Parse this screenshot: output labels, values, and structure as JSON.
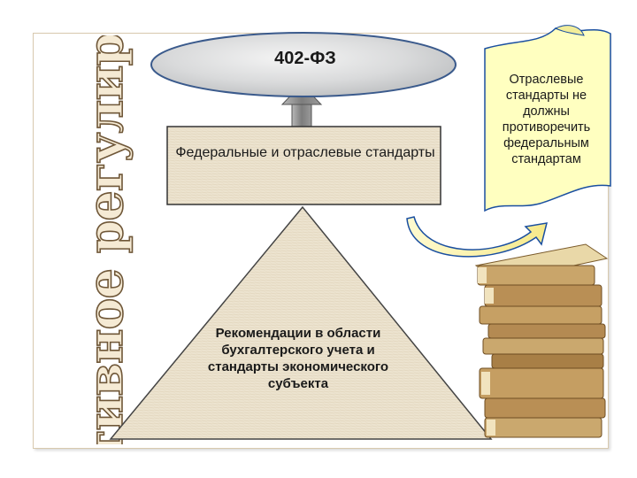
{
  "vertical_title": "Нормативное регулирование",
  "law": "402-ФЗ",
  "standards_box": "Федеральные и отраслевые стандарты",
  "pyramid": "Рекомендации в области бухгалтерского учета и стандарты экономического субъекта",
  "note": "Отраслевые стандарты не должны противоречить федеральным стандартам",
  "colors": {
    "note_fill": "#ffffc0",
    "box_fill": "#eee5d2",
    "pyramid_fill": "#f0e8d6",
    "arrow": "#8f8f8f",
    "curve_arrow": "#ffffb0"
  }
}
